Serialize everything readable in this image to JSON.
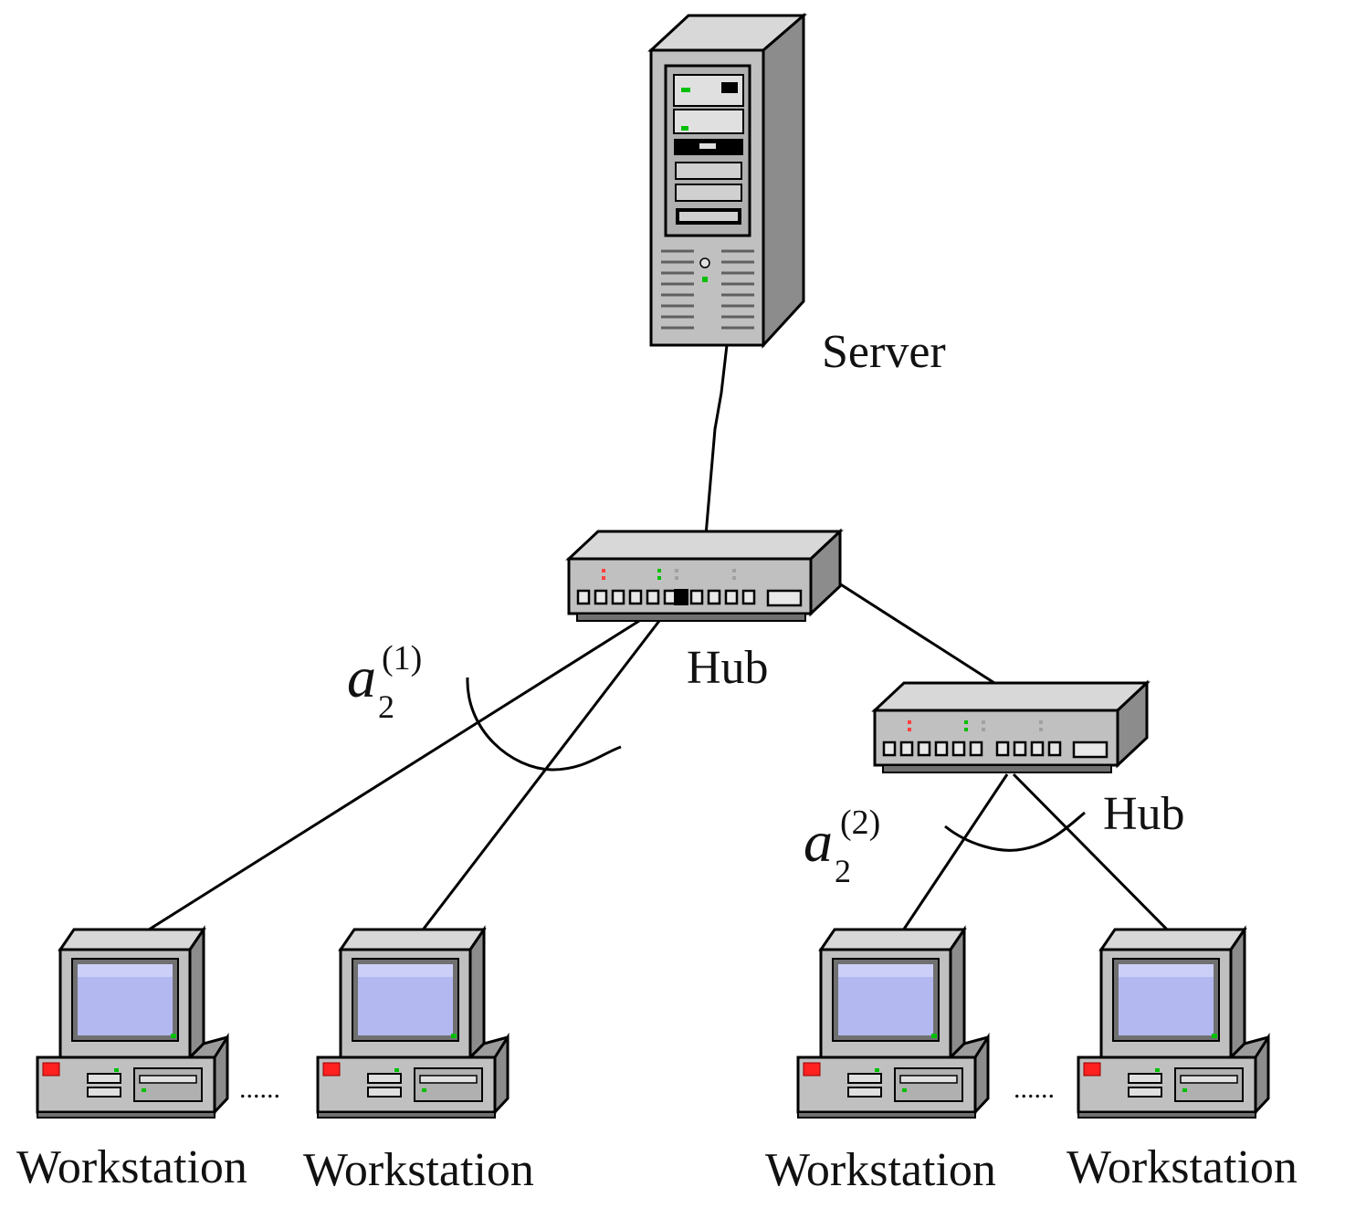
{
  "labels": {
    "server": "Server",
    "hub_main": "Hub",
    "hub_secondary": "Hub",
    "workstations": [
      "Workstation",
      "Workstation",
      "Workstation",
      "Workstation"
    ],
    "ellipsis_left": "......",
    "ellipsis_right": "......"
  },
  "angles": [
    {
      "symbol": "a",
      "subscript": "2",
      "superscript": "(1)"
    },
    {
      "symbol": "a",
      "subscript": "2",
      "superscript": "(2)"
    }
  ],
  "icons": [
    "server-tower-icon",
    "network-hub-icon",
    "workstation-computer-icon"
  ],
  "colors": {
    "device_gray": "#c0c0c0",
    "device_dark": "#808080",
    "screen": "#b4b8f0",
    "led_green": "#00c000",
    "led_red": "#ff2020"
  }
}
